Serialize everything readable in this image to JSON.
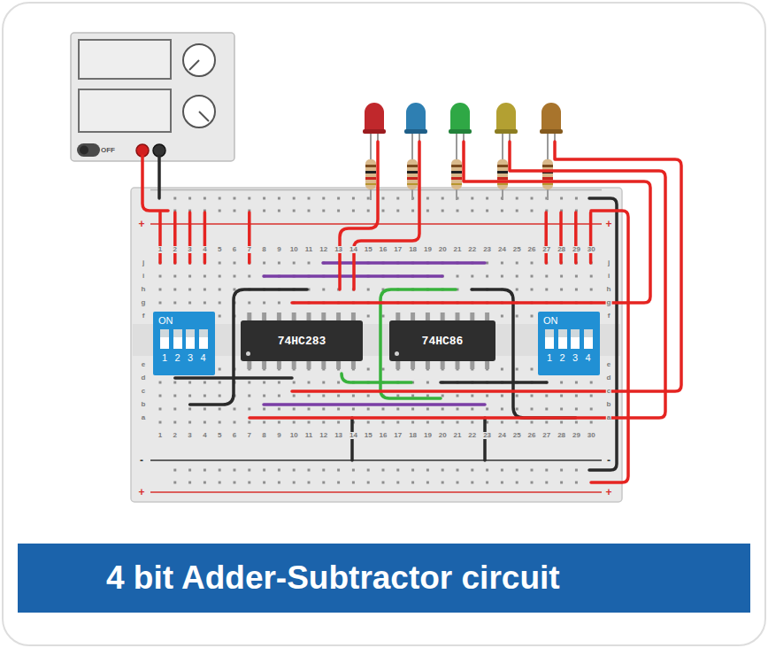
{
  "diagram": {
    "caption": "4 bit Adder-Subtractor circuit",
    "nodes": [
      {
        "text": [
          "ON",
          "1",
          "2",
          "3",
          "4"
        ]
      },
      {
        "text": [
          "74HC283"
        ]
      },
      {
        "text": [
          "74HC86"
        ]
      },
      {
        "text": [
          "ON",
          "1",
          "2",
          "3",
          "4"
        ]
      }
    ],
    "labels": [
      "OFF",
      "+",
      "+",
      "1",
      "2",
      "3",
      "4",
      "5",
      "6",
      "7",
      "8",
      "9",
      "10",
      "11",
      "12",
      "13",
      "14",
      "15",
      "16",
      "17",
      "18",
      "19",
      "20",
      "21",
      "22",
      "23",
      "24",
      "25",
      "26",
      "27",
      "28",
      "29",
      "30",
      "j",
      "i",
      "h",
      "g",
      "f",
      "j",
      "i",
      "h",
      "g",
      "f",
      "e",
      "d",
      "c",
      "b",
      "a",
      "e",
      "d",
      "c",
      "b",
      "a",
      "1",
      "2",
      "3",
      "4",
      "5",
      "6",
      "7",
      "8",
      "9",
      "10",
      "11",
      "12",
      "13",
      "14",
      "15",
      "16",
      "17",
      "18",
      "19",
      "20",
      "21",
      "22",
      "23",
      "24",
      "25",
      "26",
      "27",
      "28",
      "29",
      "30",
      "-",
      "+",
      "-",
      "+"
    ]
  }
}
